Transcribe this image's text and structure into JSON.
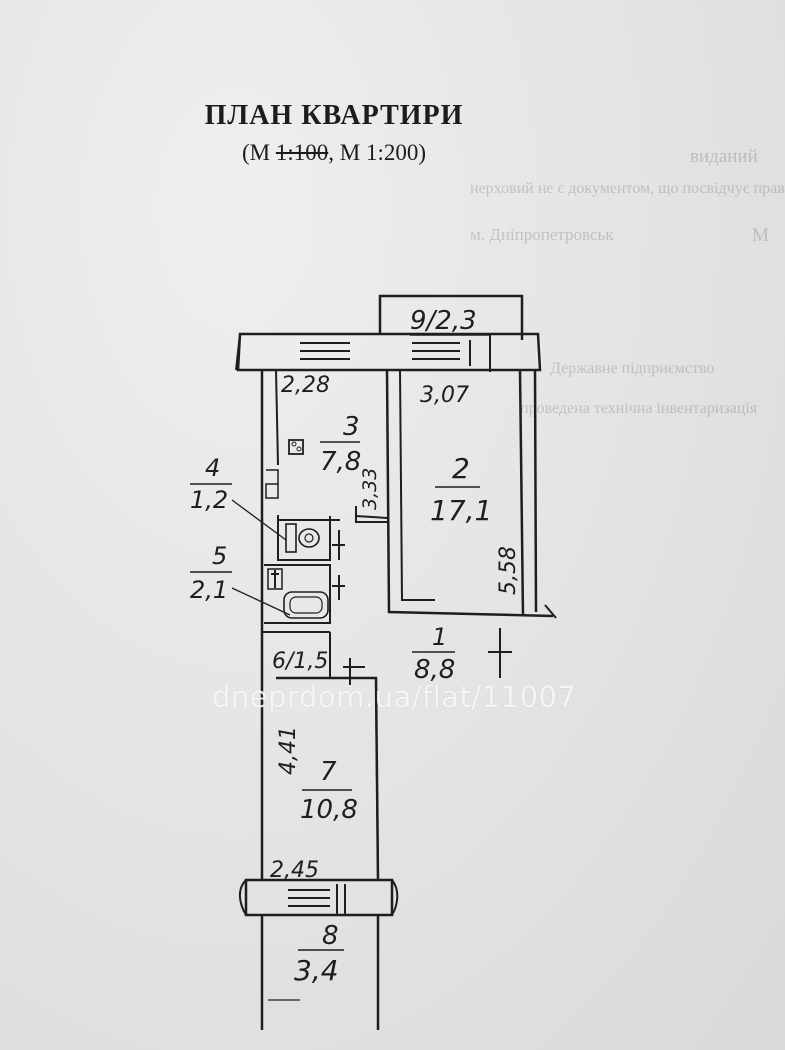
{
  "header": {
    "title": "ПЛАН КВАРТИРИ",
    "scale_open": "(М ",
    "scale_struck": "1:100",
    "scale_rest": ", М 1:200)"
  },
  "background_text": [
    "виданий",
    "нерховий не є документом, що посвідчує право власності",
    "М",
    "м. Дніпропетровськ",
    "Державне підприємство",
    "проведена технічна інвентаризація"
  ],
  "rooms": [
    {
      "id": "1",
      "area": "8,8"
    },
    {
      "id": "2",
      "area": "17,1"
    },
    {
      "id": "3",
      "area": "7,8"
    },
    {
      "id": "4",
      "area": "1,2"
    },
    {
      "id": "5",
      "area": "2,1"
    },
    {
      "id": "6",
      "area": "1,5"
    },
    {
      "id": "7",
      "area": "10,8"
    },
    {
      "id": "8",
      "area": "3,4"
    },
    {
      "id": "9",
      "area": "2,3"
    }
  ],
  "labels": {
    "room9": "9/2,3",
    "room6": "6/1,5"
  },
  "dimensions": {
    "kitchen_width": "2,28",
    "kitchen_depth": "3,33",
    "room2_width": "3,07",
    "room2_depth": "5,58",
    "room7_depth": "4,41",
    "room7_width": "2,45"
  },
  "watermark": "dneprdom.ua/flat/11007",
  "colors": {
    "ink": "#1e1e1e",
    "paper": "#e6e6e4",
    "watermark": "#ffffff"
  }
}
